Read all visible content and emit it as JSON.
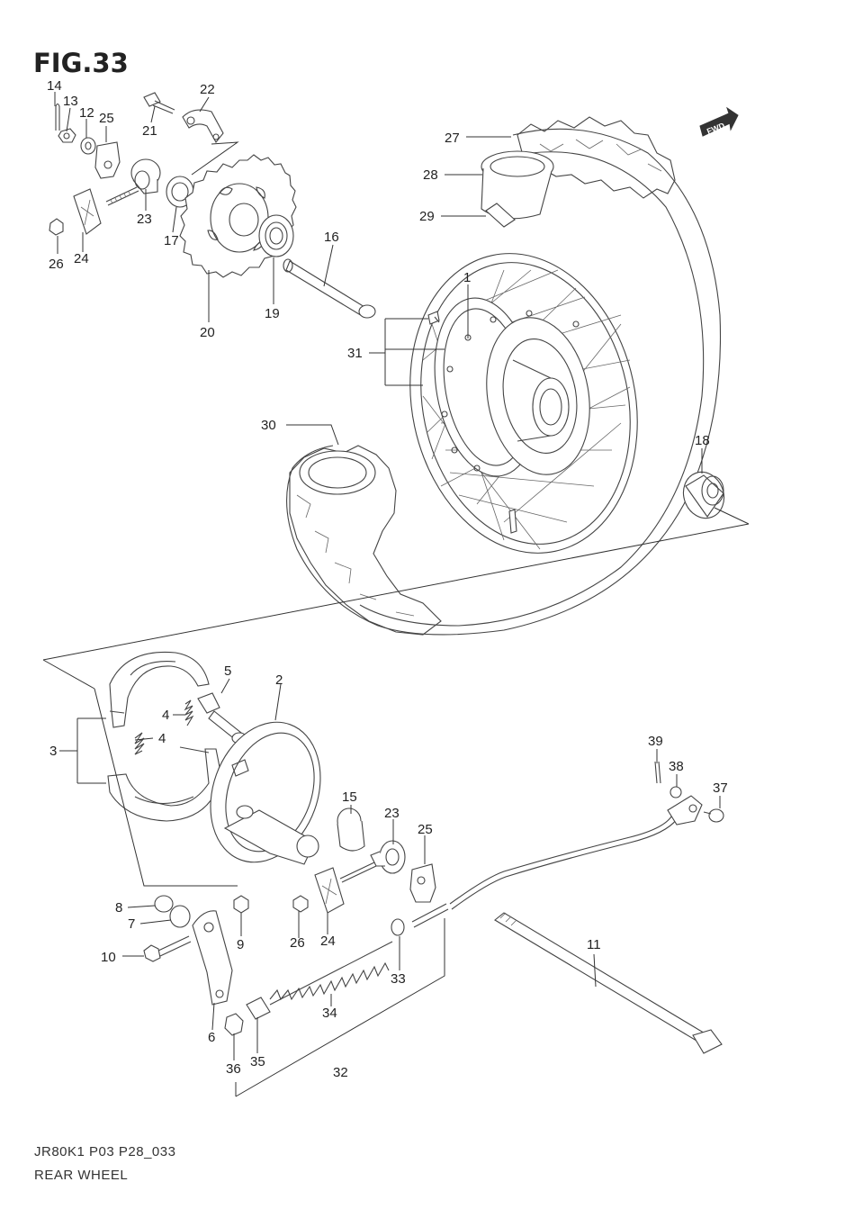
{
  "figure_title": "FIG.33",
  "fwd_badge": "FWD",
  "footer": {
    "code": "JR80K1 P03 P28_033",
    "name": "REAR WHEEL"
  },
  "labels": {
    "l1": "1",
    "l2": "2",
    "l3": "3",
    "l4a": "4",
    "l4b": "4",
    "l5": "5",
    "l6": "6",
    "l7": "7",
    "l8": "8",
    "l9": "9",
    "l10": "10",
    "l11": "11",
    "l12": "12",
    "l13": "13",
    "l14": "14",
    "l15": "15",
    "l16": "16",
    "l17": "17",
    "l18": "18",
    "l19": "19",
    "l20": "20",
    "l21": "21",
    "l22": "22",
    "l23a": "23",
    "l23b": "23",
    "l24a": "24",
    "l24b": "24",
    "l25a": "25",
    "l25b": "25",
    "l26a": "26",
    "l26b": "26",
    "l27": "27",
    "l28": "28",
    "l29": "29",
    "l30": "30",
    "l31": "31",
    "l32": "32",
    "l33": "33",
    "l34": "34",
    "l35": "35",
    "l36": "36",
    "l37": "37",
    "l38": "38",
    "l39": "39"
  }
}
